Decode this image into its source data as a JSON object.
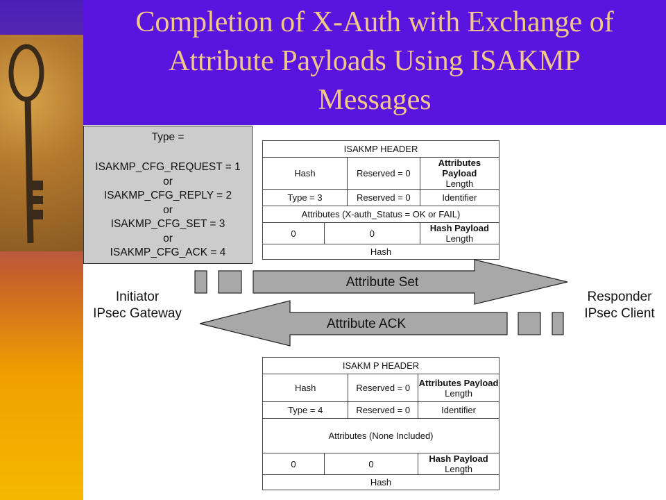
{
  "title": {
    "line1": "Completion of X-Auth with Exchange of",
    "line2": "Attribute Payloads Using ISAKMP",
    "line3": "Messages"
  },
  "type_box": {
    "lines": [
      "Type =",
      "ISAKMP_CFG_REQUEST = 1",
      "or",
      "ISAKMP_CFG_REPLY = 2",
      "or",
      "ISAKMP_CFG_SET = 3",
      "or",
      "ISAKMP_CFG_ACK = 4"
    ]
  },
  "top_packet": {
    "header": "ISAKMP HEADER",
    "row1": [
      "Hash",
      "Reserved = 0"
    ],
    "row1_bold": "Attributes Payload",
    "row1_tail": "Length",
    "row2": [
      "Type = 3",
      "Reserved = 0",
      "Identifier"
    ],
    "row3": "Attributes (X-auth_Status = OK or FAIL)",
    "row4": [
      "0",
      "0"
    ],
    "row4_bold": "Hash Payload",
    "row4_tail": "Length",
    "row5": "Hash"
  },
  "bottom_packet": {
    "header": "ISAKM P HEADER",
    "row1": [
      "Hash",
      "Reserved = 0"
    ],
    "row1_bold": "Attributes Payload",
    "row1_tail": "Length",
    "row2": [
      "Type = 4",
      "Reserved = 0",
      "Identifier"
    ],
    "row3": "Attributes (None Included)",
    "row4": [
      "0",
      "0"
    ],
    "row4_bold": "Hash Payload",
    "row4_tail": "Length",
    "row5": "Hash"
  },
  "initiator": {
    "line1": "Initiator",
    "line2": "IPsec Gateway"
  },
  "responder": {
    "line1": "Responder",
    "line2": "IPsec Client"
  },
  "arrows": {
    "set_label": "Attribute Set",
    "ack_label": "Attribute ACK"
  },
  "colors": {
    "title_bg": "#5a14e0",
    "title_text": "#f2c88a",
    "arrow_fill": "#a8a8a8",
    "type_box_bg": "#cccccc"
  }
}
